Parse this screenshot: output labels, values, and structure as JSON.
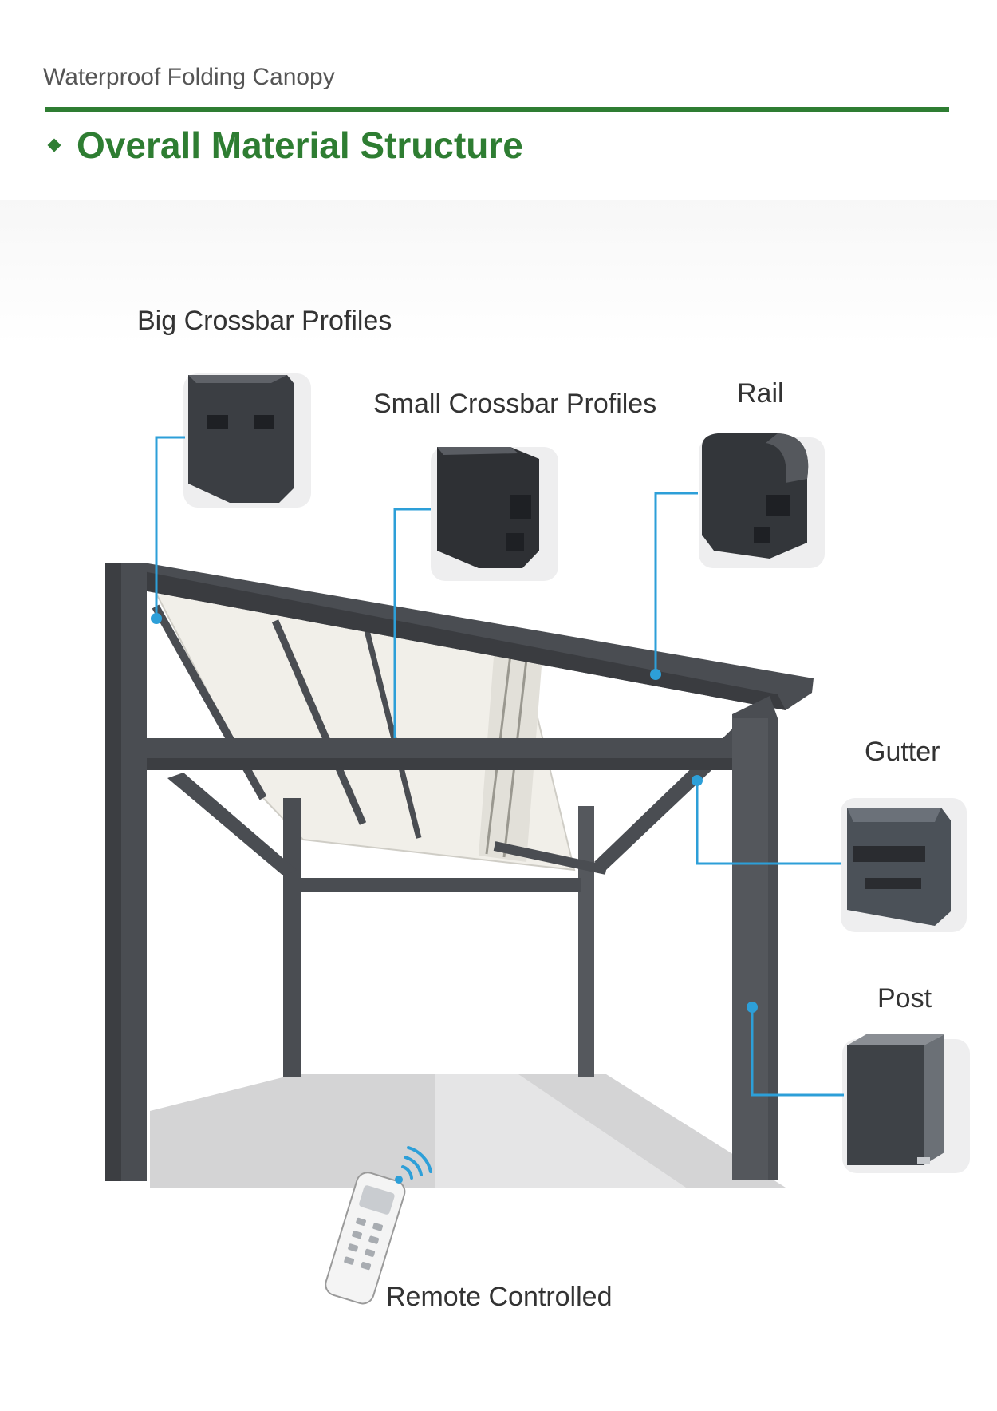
{
  "header": {
    "subtitle": "Waterproof Folding Canopy",
    "title": "Overall Material Structure"
  },
  "parts": {
    "big_crossbar": "Big Crossbar Profiles",
    "small_crossbar": "Small Crossbar Profiles",
    "rail": "Rail",
    "gutter": "Gutter",
    "post": "Post",
    "remote": "Remote Controlled"
  },
  "colors": {
    "accent_green": "#2e7d32",
    "frame_gray": "#4a4d52",
    "callout_blue": "#2d9fd8",
    "canopy_fabric": "#f1efe9"
  }
}
